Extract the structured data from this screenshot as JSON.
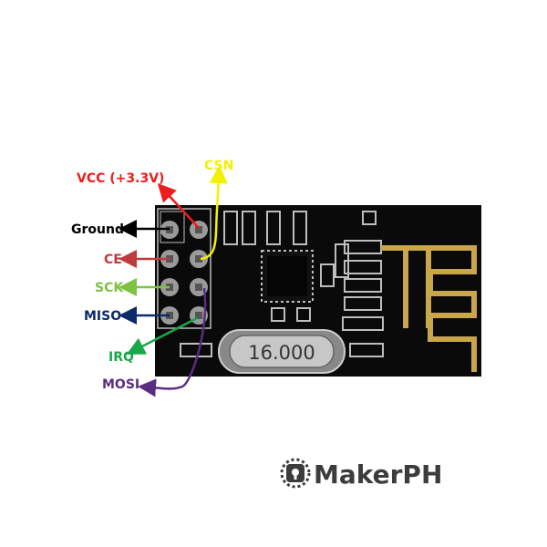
{
  "crystal_label": "16.000",
  "pins": [
    {
      "label": "VCC (+3.3V)",
      "color": "#ee1c1c"
    },
    {
      "label": "CSN",
      "color": "#f2f200"
    },
    {
      "label": "Ground",
      "color": "#000000"
    },
    {
      "label": "CE",
      "color": "#c0393b"
    },
    {
      "label": "SCK",
      "color": "#7dc242"
    },
    {
      "label": "MISO",
      "color": "#0d2a6b"
    },
    {
      "label": "IRQ",
      "color": "#18a84a"
    },
    {
      "label": "MOSI",
      "color": "#5a2d82"
    }
  ],
  "logo": {
    "text": "MakerPH",
    "color": "#3c3c3c"
  },
  "colors": {
    "board": "#0a0a0a",
    "antenna": "#c9a64a",
    "pad": "#9a9a9a"
  }
}
